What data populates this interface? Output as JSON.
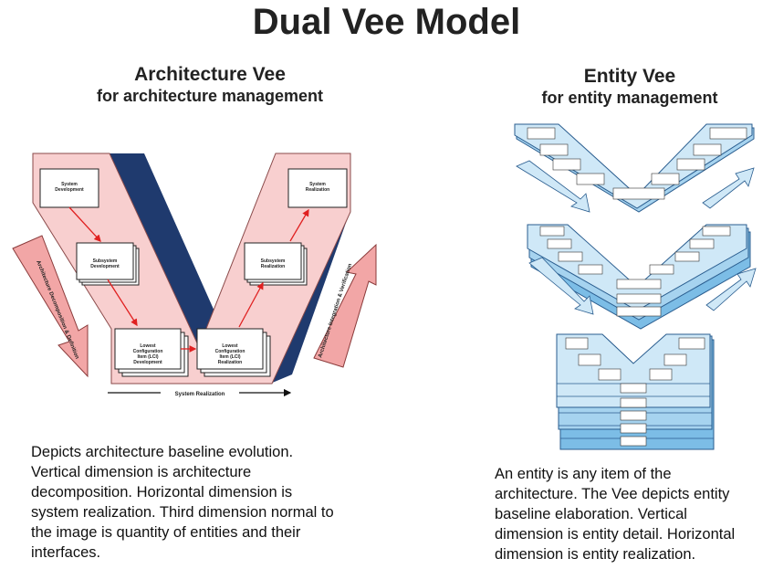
{
  "title": "Dual Vee Model",
  "architecture": {
    "heading": "Architecture Vee",
    "subheading": "for architecture management",
    "boxes": {
      "system_development": "System Development",
      "subsystem_development": "Subsystem Development",
      "lci_development": "Lowest Configuration Item (LCI) Development",
      "lci_realization": "Lowest Configuration Item (LCI) Realization",
      "subsystem_realization": "Subsystem Realization",
      "system_realization": "System Realization"
    },
    "left_arrow_label": "Architecture Decomposition & Definition",
    "right_arrow_label": "Architecture Integration & Verification",
    "axis_label": "System Realization",
    "description": [
      "Depicts architecture baseline evolution.",
      "Vertical dimension is architecture",
      "decomposition. Horizontal dimension is",
      "system realization. Third dimension normal to",
      "the image is quantity of entities and their",
      "interfaces."
    ]
  },
  "entity": {
    "heading": "Entity Vee",
    "subheading": "for entity management",
    "description": [
      "An entity is any item of the",
      "architecture. The Vee depicts entity",
      "baseline elaboration. Vertical",
      "dimension is entity detail. Horizontal",
      "dimension is entity realization."
    ]
  },
  "colors": {
    "pink": "#f8cfcf",
    "pink_arrow": "#f2a6a6",
    "navy": "#1f3a6e",
    "blue_light": "#cfe8f7",
    "blue_mid": "#a6d3ef",
    "blue_dark": "#7cbde6",
    "red_arrow": "#e02020"
  }
}
